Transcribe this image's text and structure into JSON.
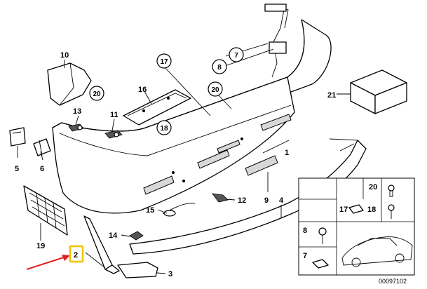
{
  "colors": {
    "highlight_box": "#f2c200",
    "pointer_arrow": "#e02020",
    "line": "#000000"
  },
  "labels": {
    "p1": "1",
    "p2": "2",
    "p3": "3",
    "p4": "4",
    "p5": "5",
    "p6": "6",
    "p7": "7",
    "p8": "8",
    "p9": "9",
    "p10": "10",
    "p11": "11",
    "p12": "12",
    "p13": "13",
    "p14": "14",
    "p15": "15",
    "p16": "16",
    "p17": "17",
    "p18": "18",
    "p19": "19",
    "p20": "20",
    "p21": "21"
  },
  "inset": {
    "l20": "20",
    "l17": "17",
    "l18": "18",
    "l8": "8",
    "l7": "7"
  },
  "reference_number": "00097102",
  "highlighted_part": "2"
}
